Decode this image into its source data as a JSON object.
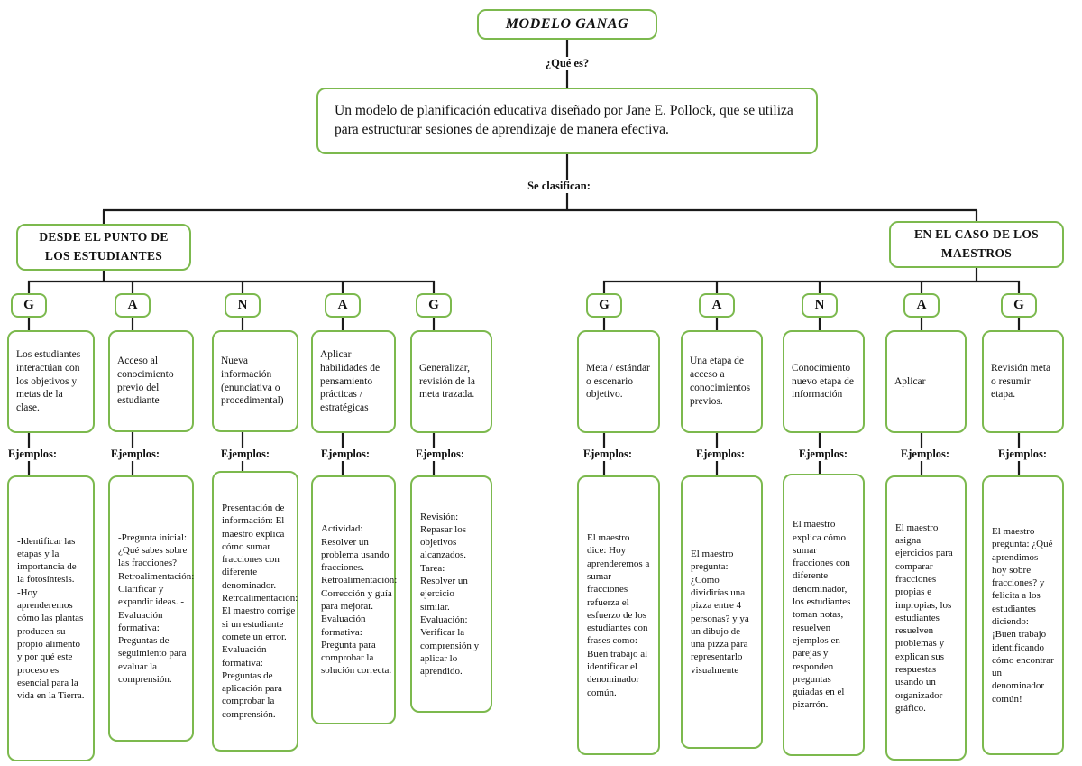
{
  "title": "MODELO GANAG",
  "question": "¿Qué es?",
  "definition": "Un modelo de planificación educativa diseñado por Jane E. Pollock, que se utiliza para estructurar sesiones de aprendizaje de manera efectiva.",
  "classify_label": "Se clasifican:",
  "ejemplos_label": "Ejemplos:",
  "colors": {
    "box_border": "#7cb94e",
    "connector": "#1a1a1a"
  },
  "branches": [
    {
      "title": "DESDE EL PUNTO DE LOS ESTUDIANTES",
      "columns": [
        {
          "letter": "G",
          "description": "Los estudiantes interactúan con los objetivos y metas de la clase.",
          "example": "-Identificar las etapas y la importancia de la fotosíntesis.\n-Hoy aprenderemos cómo las plantas producen su propio alimento y por qué este proceso es esencial para la vida en la Tierra."
        },
        {
          "letter": "A",
          "description": "Acceso al conocimiento previo del estudiante",
          "example": "-Pregunta inicial: ¿Qué sabes sobre las fracciones? Retroalimentación: Clarificar y expandir ideas. -Evaluación formativa: Preguntas de seguimiento para evaluar la comprensión."
        },
        {
          "letter": "N",
          "description": "Nueva información (enunciativa o procedimental)",
          "example": "Presentación de información: El maestro explica cómo sumar fracciones con diferente denominador. Retroalimentación: El maestro corrige si un estudiante comete un error. Evaluación formativa: Preguntas de aplicación para comprobar la comprensión."
        },
        {
          "letter": "A",
          "description": "Aplicar habilidades de pensamiento prácticas / estratégicas",
          "example": "Actividad: Resolver un problema usando fracciones. Retroalimentación: Corrección y guía para mejorar. Evaluación formativa: Pregunta para comprobar la solución correcta."
        },
        {
          "letter": "G",
          "description": "Generalizar, revisión de la meta trazada.",
          "example": "Revisión: Repasar los objetivos alcanzados. Tarea: Resolver un ejercicio similar. Evaluación: Verificar la comprensión y aplicar lo aprendido."
        }
      ]
    },
    {
      "title": "EN EL CASO DE LOS MAESTROS",
      "columns": [
        {
          "letter": "G",
          "description": "Meta / estándar o escenario objetivo.",
          "example": "El maestro dice: Hoy aprenderemos a sumar fracciones refuerza el esfuerzo de los estudiantes con frases como: Buen trabajo al identificar el denominador común."
        },
        {
          "letter": "A",
          "description": "Una etapa de acceso a conocimientos previos.",
          "example": "El maestro pregunta: ¿Cómo dividirías una pizza entre 4 personas? y ya un dibujo de una pizza para representarlo visualmente"
        },
        {
          "letter": "N",
          "description": "Conocimiento nuevo etapa de información",
          "example": "El maestro explica cómo sumar fracciones con diferente denominador, los estudiantes toman notas, resuelven ejemplos en parejas y responden preguntas guiadas en el pizarrón."
        },
        {
          "letter": "A",
          "description": "Aplicar",
          "example": "El maestro asigna ejercicios para comparar fracciones propias e impropias, los estudiantes resuelven problemas y explican sus respuestas usando un organizador gráfico."
        },
        {
          "letter": "G",
          "description": "Revisión meta o resumir etapa.",
          "example": "El maestro pregunta: ¿Qué aprendimos hoy sobre fracciones? y felicita a los estudiantes diciendo: ¡Buen trabajo identificando cómo encontrar un denominador común!"
        }
      ]
    }
  ]
}
